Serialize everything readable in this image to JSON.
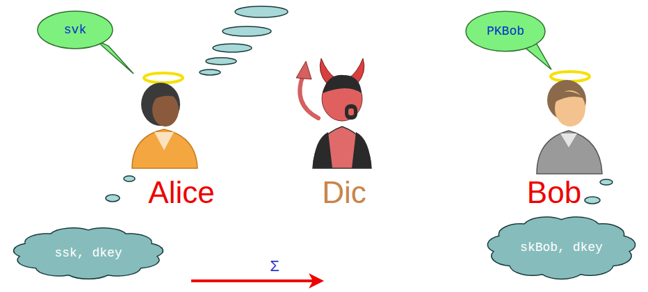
{
  "diagram": {
    "nodes": [
      {
        "text": [
          "svk"
        ]
      },
      {
        "text": [
          "PKBob"
        ]
      },
      {
        "text": [
          "ssk, dkey"
        ]
      },
      {
        "text": [
          "skBob, dkey"
        ]
      }
    ],
    "labels": [
      "Alice",
      "Dic",
      "Bob",
      "Σ"
    ]
  }
}
